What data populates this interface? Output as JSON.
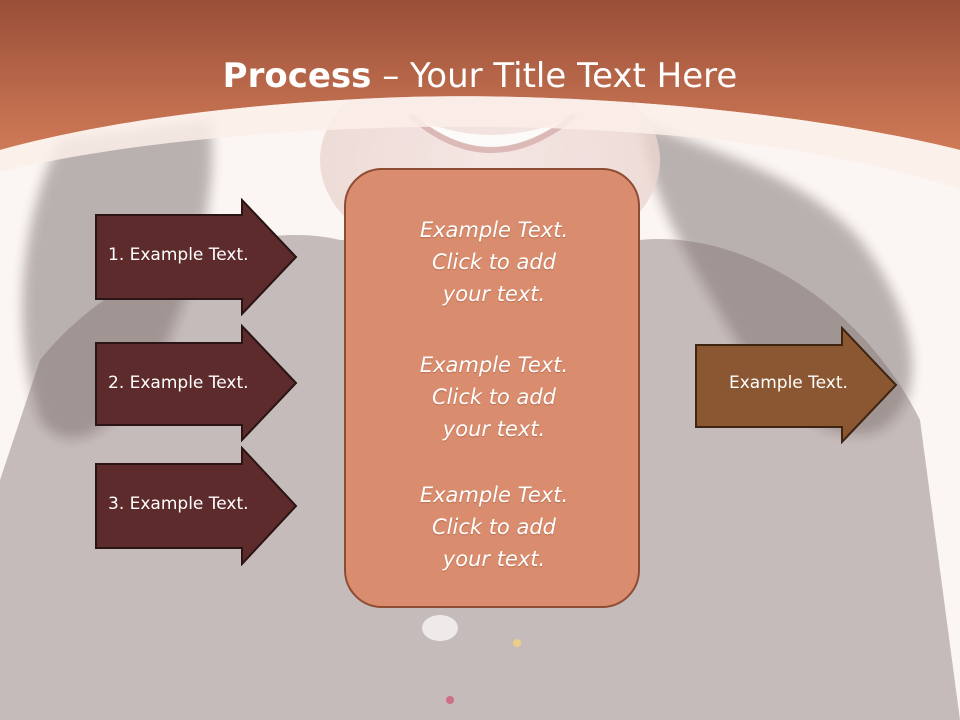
{
  "slide": {
    "title_bold": "Process",
    "title_dash": " – ",
    "title_rest": "Your Title Text Here",
    "colors": {
      "header": "#b9654a",
      "left_arrow_fill": "#5e2b2d",
      "right_arrow_fill": "#8b5733",
      "center_box_fill": "#d98d6e"
    }
  },
  "left_arrows": [
    {
      "label": "1. Example Text."
    },
    {
      "label": "2. Example Text."
    },
    {
      "label": "3. Example Text."
    }
  ],
  "center_box": {
    "paragraphs": [
      {
        "lines": [
          "Example Text.",
          "Click  to add",
          "your text."
        ]
      },
      {
        "lines": [
          "Example Text.",
          "Click  to add",
          "your text."
        ]
      },
      {
        "lines": [
          "Example Text.",
          "Click  to add",
          "your text."
        ]
      }
    ]
  },
  "right_arrow": {
    "label": "Example Text."
  }
}
